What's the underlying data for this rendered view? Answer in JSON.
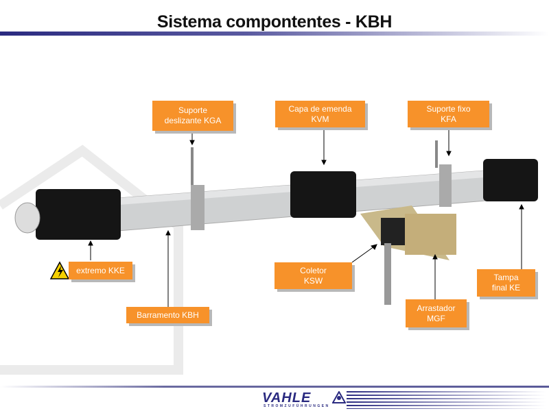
{
  "title": "Sistema compontentes - KBH",
  "labels": {
    "kga": "Suporte\ndeslizante KGA",
    "kvm": "Capa de emenda\nKVM",
    "kfa": "Suporte fixo\nKFA",
    "kke": "extremo KKE",
    "kbh": "Barramento KBH",
    "ksw": "Coletor\nKSW",
    "ke": "Tampa\nfinal KE",
    "mgf": "Arrastador\nMGF"
  },
  "logo": {
    "name": "VAHLE",
    "tagline": "STROMZUFÜHRUNGEN"
  },
  "colors": {
    "label_bg": "#f7922a",
    "accent": "#2a2a80"
  }
}
